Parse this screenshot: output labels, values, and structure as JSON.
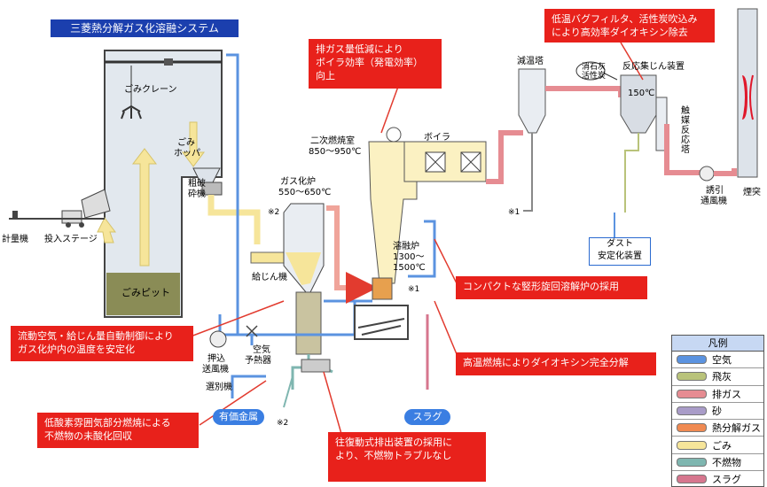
{
  "title": "三菱熱分解ガス化溶融システム",
  "labels": {
    "crane": "ごみクレーン",
    "hopper": "ごみ\nホッパ",
    "crusher": "粗破\n砕機",
    "pit": "ごみピット",
    "scale": "計量機",
    "stage": "投入ステージ",
    "feeder": "給じん機",
    "gasifier": "ガス化炉\n550～650℃",
    "secondary": "二次燃焼室\n850～950℃",
    "boiler": "ボイラ",
    "melter": "溶融炉\n1300～\n1500℃",
    "pusher_fan": "押込\n送風機",
    "air_heater": "空気\n予熱器",
    "separator": "選別機",
    "cooling_tower": "減温塔",
    "lime": "消石灰\n活性炭",
    "filter": "反応集じん装置",
    "filter_temp": "150℃",
    "catalyst": "触\n媒\n反\n応\n塔",
    "fan": "誘引\n通風機",
    "stack": "煙突",
    "dust": "ダスト\n安定化装置",
    "x1": "※1",
    "x2": "※2"
  },
  "pills": {
    "metal": "有価金属",
    "slag": "スラグ"
  },
  "callouts": [
    "低温バグフィルタ、活性炭吹込み\nにより高効率ダイオキシン除去",
    "排ガス量低減により\nボイラ効率（発電効率）\n向上",
    "コンパクトな竪形旋回溶解炉の採用",
    "流動空気・給じん量自動制御により\nガス化炉内の温度を安定化",
    "高温燃焼によりダイオキシン完全分解",
    "低酸素雰囲気部分燃焼による\n不燃物の未酸化回収",
    "往復動式排出装置の採用に\nより、不燃物トラブルなし"
  ],
  "legend": {
    "title": "凡例",
    "items": [
      {
        "label": "空気",
        "color": "#5b93e0"
      },
      {
        "label": "飛灰",
        "color": "#b9c37a"
      },
      {
        "label": "排ガス",
        "color": "#e68c92"
      },
      {
        "label": "砂",
        "color": "#a99cc8"
      },
      {
        "label": "熱分解ガス",
        "color": "#f08a52"
      },
      {
        "label": "ごみ",
        "color": "#f6e59a"
      },
      {
        "label": "不燃物",
        "color": "#7fb6b0"
      },
      {
        "label": "スラグ",
        "color": "#d6768e"
      }
    ]
  }
}
